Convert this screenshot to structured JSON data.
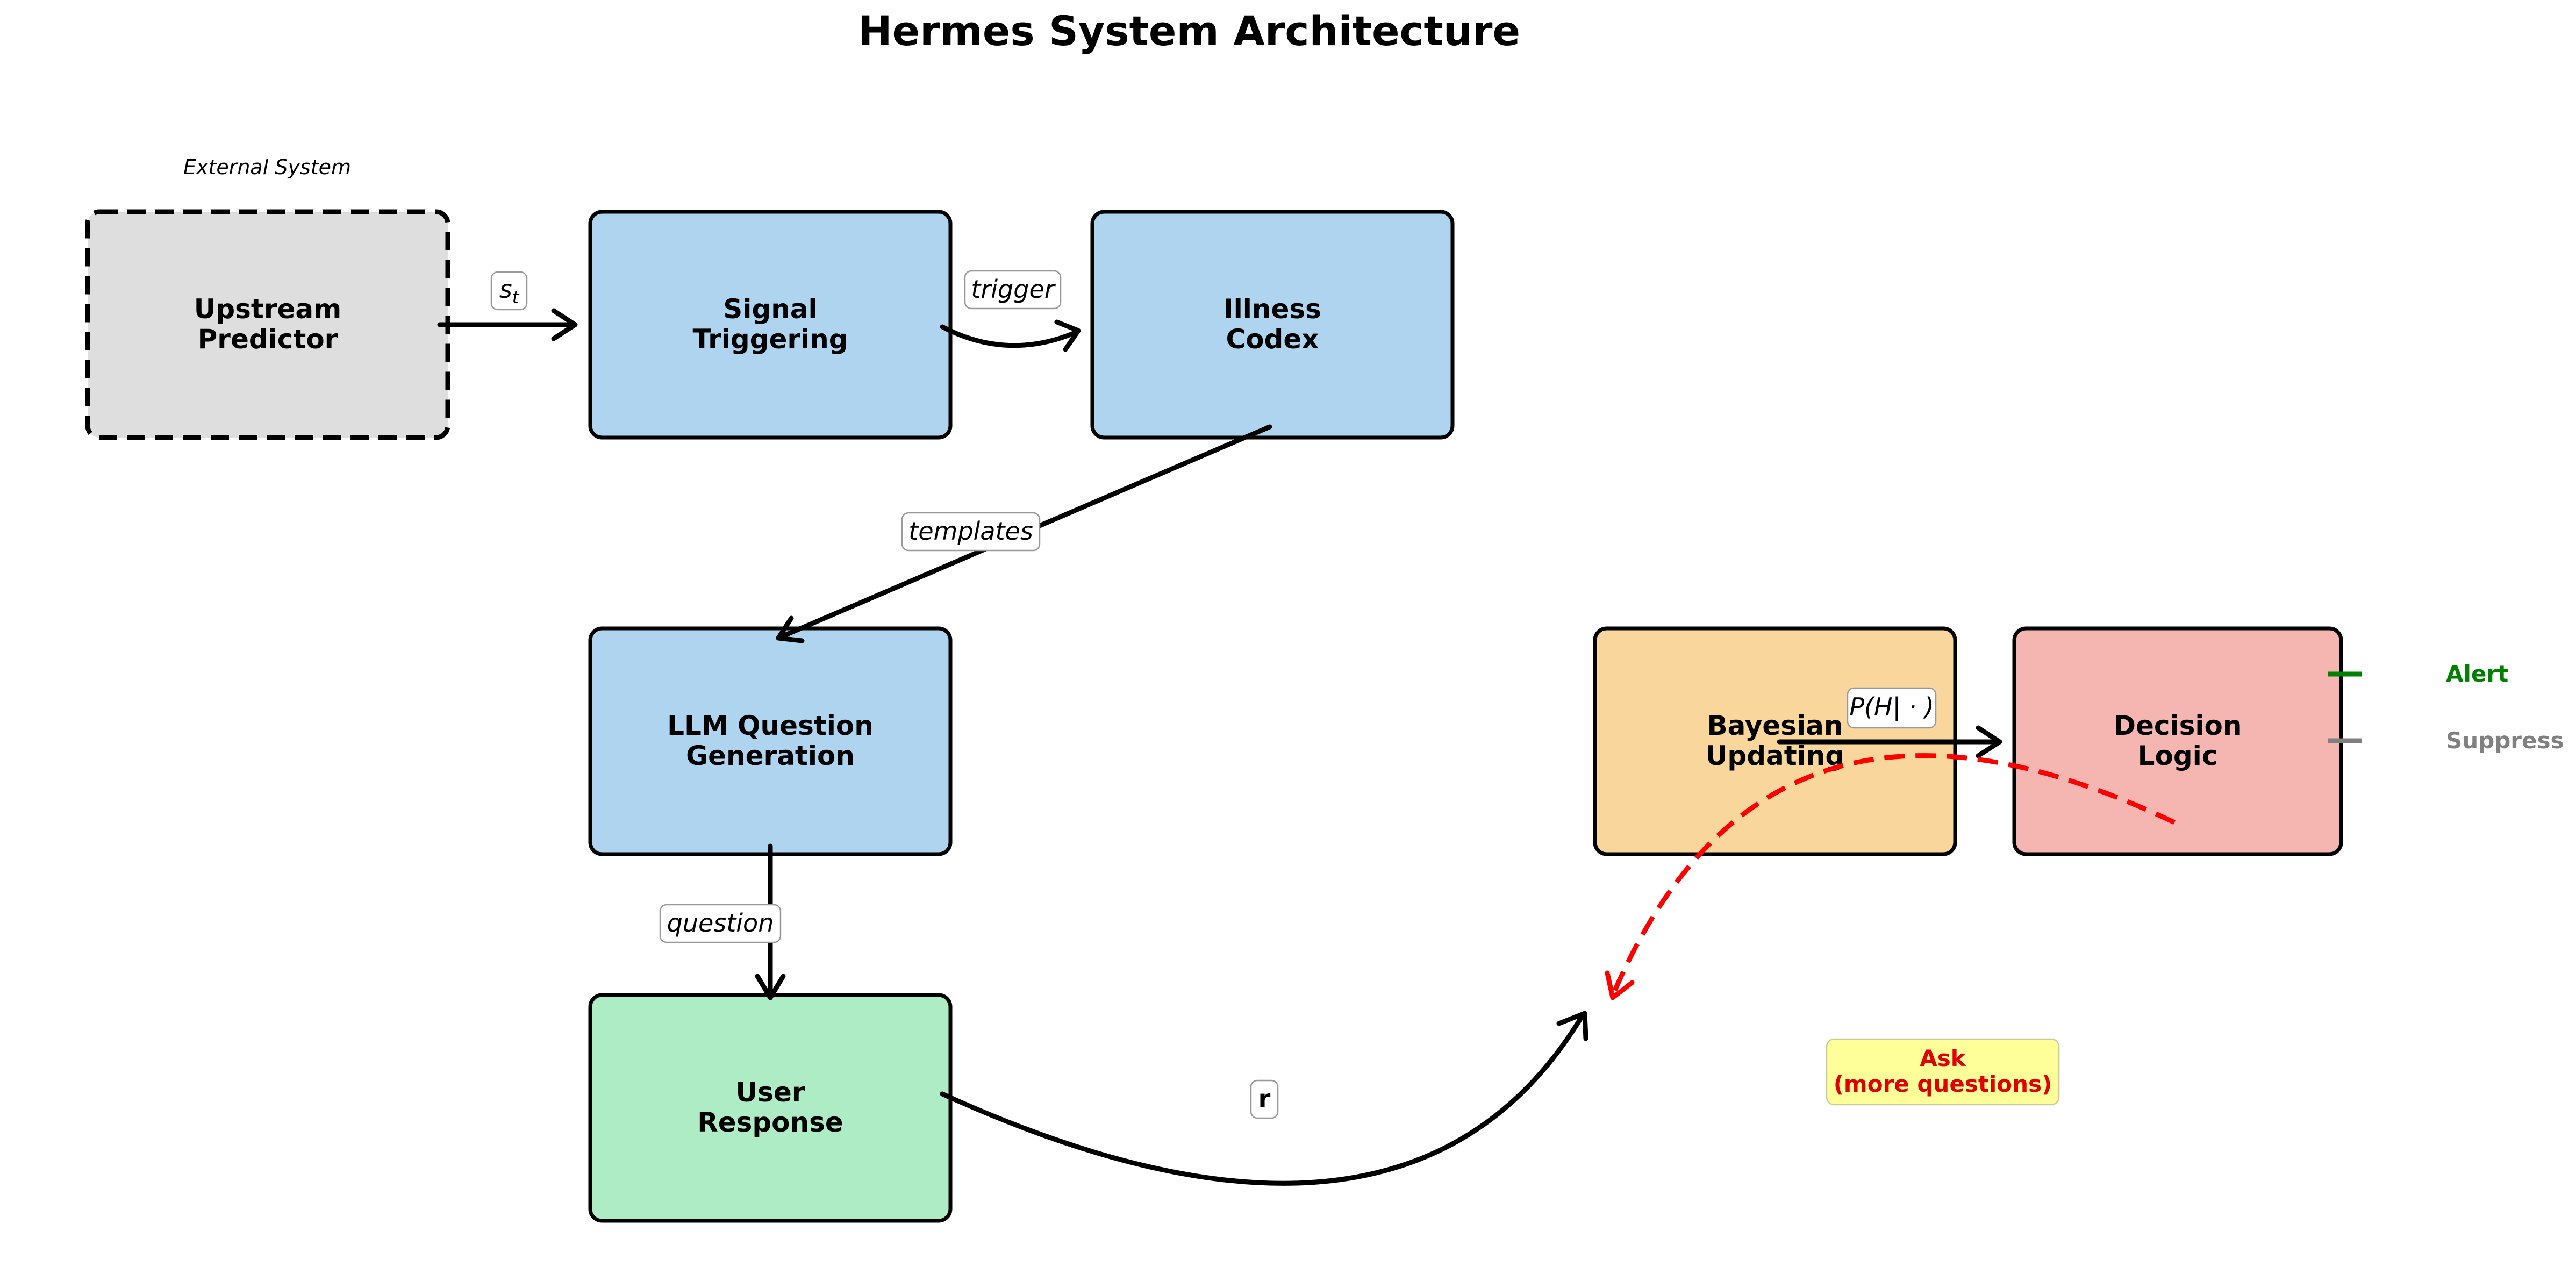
{
  "title": "Hermes System Architecture",
  "external_caption": "External System",
  "nodes": {
    "upstream": {
      "line1": "Upstream",
      "line2": "Predictor",
      "fill": "#dedede"
    },
    "signal": {
      "line1": "Signal",
      "line2": "Triggering",
      "fill": "#aed4f0"
    },
    "codex": {
      "line1": "Illness",
      "line2": "Codex",
      "fill": "#aed4f0"
    },
    "llm": {
      "line1": "LLM Question",
      "line2": "Generation",
      "fill": "#aed4f0"
    },
    "bayes": {
      "line1": "Bayesian",
      "line2": "Updating",
      "fill": "#f9d69c"
    },
    "decision": {
      "line1": "Decision",
      "line2": "Logic",
      "fill": "#f5b6b2"
    },
    "user": {
      "line1": "User",
      "line2": "Response",
      "fill": "#aeecc6"
    }
  },
  "edges": {
    "s_t": {
      "base": "s",
      "sub": "t"
    },
    "trigger": "trigger",
    "templates": "templates",
    "question": "question",
    "r": "r",
    "posterior": "P(H| · )"
  },
  "legend": {
    "alert": {
      "label": "Alert",
      "color": "#008000"
    },
    "suppress": {
      "label": "Suppress",
      "color": "#808080"
    }
  },
  "ask_note": {
    "line1": "Ask",
    "line2": "(more questions)",
    "fill": "#ffff99",
    "text_color": "#e00000"
  }
}
